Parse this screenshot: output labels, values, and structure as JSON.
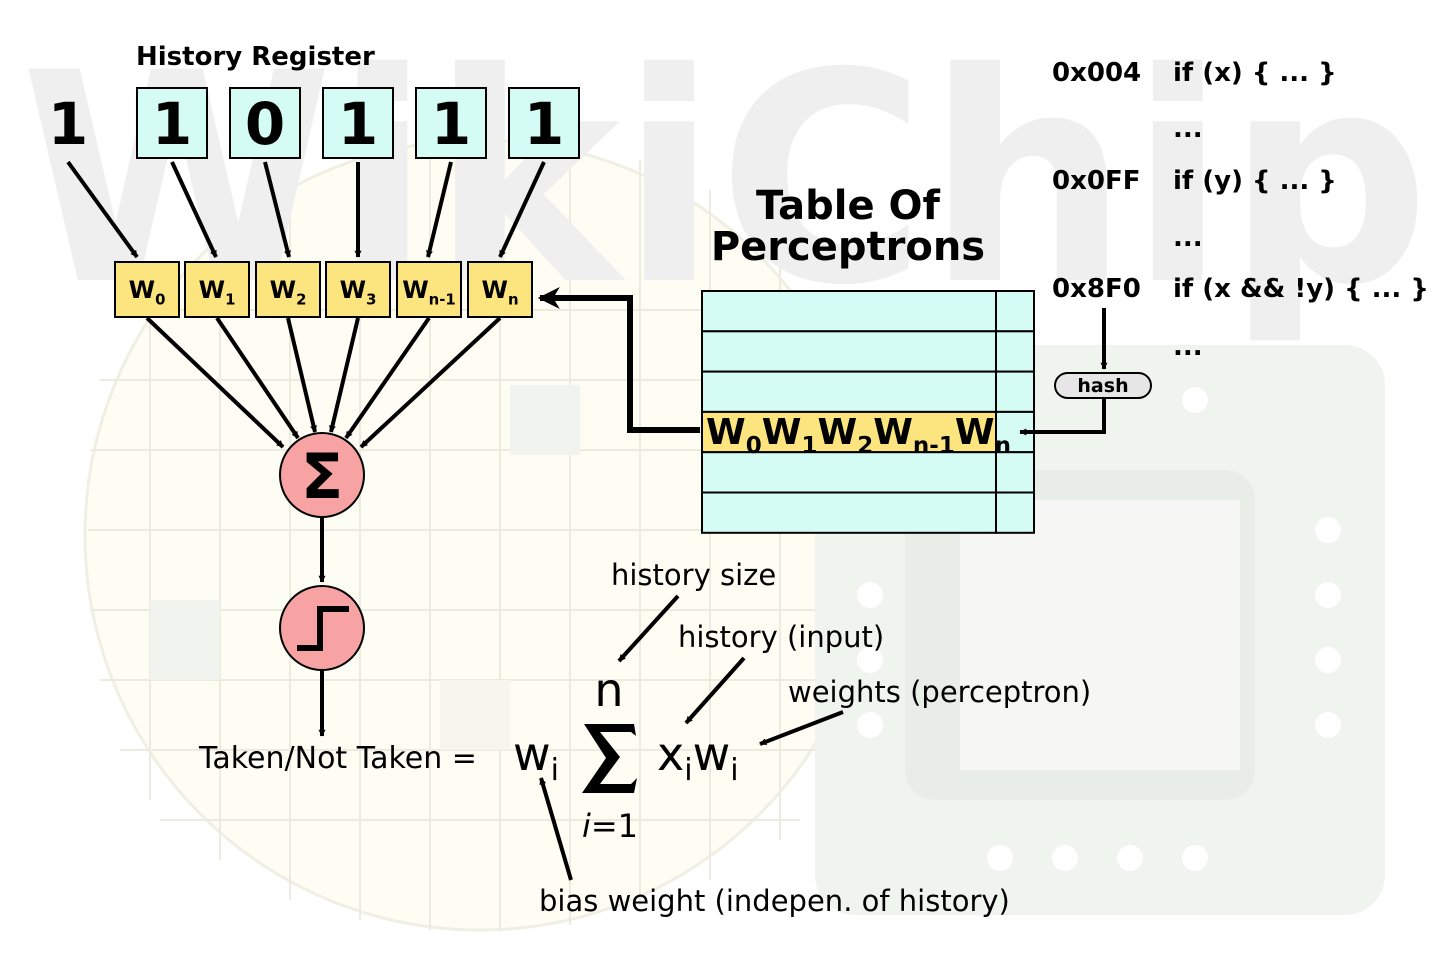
{
  "watermark": {
    "text": "WikiChip"
  },
  "colors": {
    "cyan": "#d5fcf4",
    "yellow": "#fce47f",
    "pink": "#f7a3a3",
    "stroke": "#000000"
  },
  "history_register": {
    "title": "History Register",
    "bits": [
      "1",
      "1",
      "0",
      "1",
      "1",
      "1"
    ]
  },
  "weights": {
    "labels": [
      {
        "base": "W",
        "sub": "0"
      },
      {
        "base": "W",
        "sub": "1"
      },
      {
        "base": "W",
        "sub": "2"
      },
      {
        "base": "W",
        "sub": "3"
      },
      {
        "base": "W",
        "sub": "n-1"
      },
      {
        "base": "W",
        "sub": "n"
      }
    ]
  },
  "nodes": {
    "sum_symbol": "Σ",
    "step_icon": "step-function-icon"
  },
  "table": {
    "title_line1": "Table Of",
    "title_line2": "Perceptrons",
    "highlight_row": [
      {
        "base": "W",
        "sub": "0"
      },
      {
        "base": "W",
        "sub": "1"
      },
      {
        "base": "W",
        "sub": "2"
      },
      {
        "base": "W",
        "sub": "n-1"
      },
      {
        "base": "W",
        "sub": "n"
      }
    ]
  },
  "code_listing": {
    "rows": [
      {
        "address": "0x004",
        "code": "if (x) { ... }"
      },
      {
        "address": "",
        "code": "..."
      },
      {
        "address": "0x0FF",
        "code": "if (y) { ... }"
      },
      {
        "address": "",
        "code": "..."
      },
      {
        "address": "0x8F0",
        "code": "if (x && !y) { ... }"
      },
      {
        "address": "",
        "code": "..."
      }
    ],
    "hash_label": "hash"
  },
  "formula": {
    "lhs": "Taken/Not Taken =",
    "bias": {
      "base": "w",
      "sub": "i"
    },
    "upper": "n",
    "lower_var": "i",
    "lower_rest": "=1",
    "term_x": {
      "base": "x",
      "sub": "i"
    },
    "term_w": {
      "base": "w",
      "sub": "i"
    }
  },
  "annotations": {
    "history_size": "history size",
    "history_input": "history (input)",
    "weights": "weights (perceptron)",
    "bias": "bias weight (indepen. of history)"
  }
}
